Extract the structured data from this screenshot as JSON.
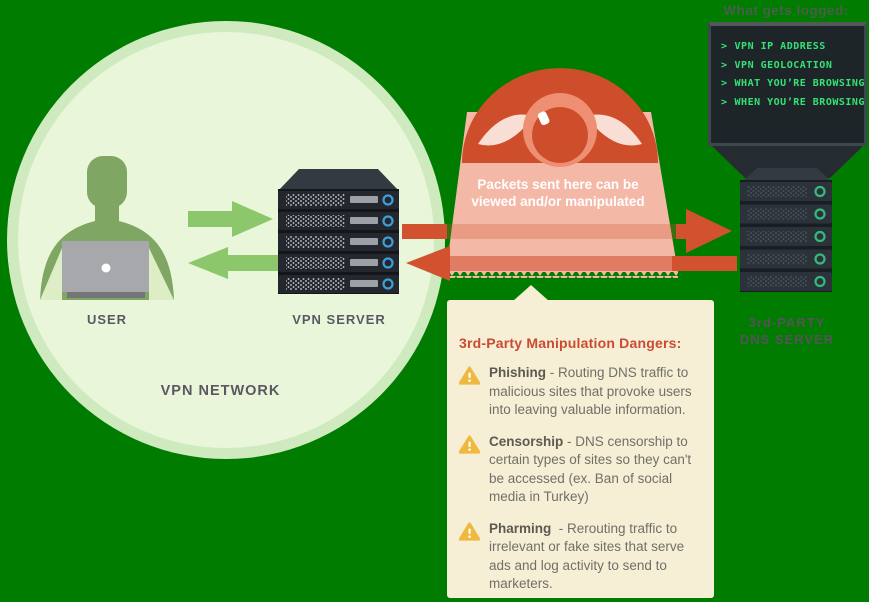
{
  "labels": {
    "user": "USER",
    "vpn_server": "VPN SERVER",
    "vpn_network": "VPN NETWORK"
  },
  "beam": {
    "caption_line1": "Packets sent here can be",
    "caption_line2": "viewed and/or manipulated"
  },
  "logged": {
    "title": "What gets logged:",
    "prompt": ">",
    "items": [
      "VPN IP ADDRESS",
      "VPN GEOLOCATION",
      "WHAT YOU’RE BROWSING",
      "WHEN YOU’RE BROWSING"
    ]
  },
  "dns": {
    "label_line1": "3rd-PARTY",
    "label_line2": "DNS SERVER"
  },
  "dangers": {
    "title": "3rd-Party Manipulation Dangers:",
    "items": [
      {
        "term": "Phishing",
        "sep": " - ",
        "desc": "Routing DNS traffic to malicious sites that provoke users into leaving valuable information."
      },
      {
        "term": "Censorship",
        "sep": " - ",
        "desc": "DNS censorship to certain types of sites so they can't be accessed (ex. Ban of social media in Turkey)"
      },
      {
        "term": "Pharming",
        "sep": "  - ",
        "desc": "Rerouting traffic to irrelevant or fake sites that serve ads and log activity to send to marketers."
      }
    ]
  },
  "icons": [
    "user-silhouette-icon",
    "laptop-icon",
    "server-rack-icon",
    "eye-icon",
    "arrow-right-icon",
    "arrow-left-icon",
    "warning-triangle-icon",
    "terminal-prompt-icon"
  ],
  "colors": {
    "background_green": "#007c00",
    "circle_fill": "#e9f6da",
    "circle_rim": "#cfeabf",
    "person_green": "#80a664",
    "green_arrow": "#8cc76b",
    "red_accent": "#d2512f",
    "beam_pink": "#f4b8a6",
    "terminal_bg": "#1d2529",
    "terminal_green": "#36e175",
    "panel_cream": "#f6eed5",
    "danger_title_red": "#cb4a32",
    "warning_gold": "#efb93f",
    "server_dark": "#24282e",
    "blue_led": "#3aa0da",
    "green_led": "#36b97b"
  }
}
